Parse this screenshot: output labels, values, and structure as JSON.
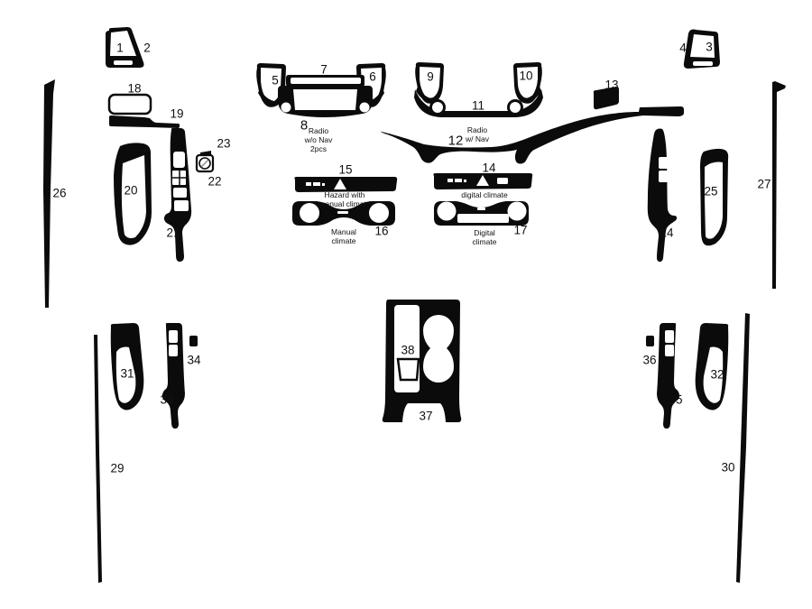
{
  "colors": {
    "ink": "#0b0b0b",
    "paper": "#ffffff",
    "hatch": "#8a8a8a"
  },
  "callouts": {
    "n1": "1",
    "n2": "2",
    "n3": "3",
    "n4": "4",
    "n5": "5",
    "n6": "6",
    "n7": "7",
    "n8": "8",
    "n9": "9",
    "n10": "10",
    "n11": "11",
    "n12": "12",
    "n13": "13",
    "n14": "14",
    "n15": "15",
    "n16": "16",
    "n17": "17",
    "n18": "18",
    "n19": "19",
    "n20": "20",
    "n21": "21",
    "n22": "22",
    "n23": "23",
    "n24": "24",
    "n25": "25",
    "n26": "26",
    "n27": "27",
    "n29": "29",
    "n30": "30",
    "n31": "31",
    "n32": "32",
    "n33": "33",
    "n34": "34",
    "n35": "35",
    "n36": "36",
    "n37": "37",
    "n38": "38"
  },
  "notes": {
    "radio_wo_nav": {
      "l1": "Radio",
      "l2": "w/o Nav",
      "l3": "2pcs"
    },
    "radio_w_nav": {
      "l1": "Radio",
      "l2": "w/ Nav"
    },
    "digital_climate_strip": "digital climate",
    "hazard": {
      "l1": "Hazard with",
      "l2": "manual climate"
    },
    "manual_climate": {
      "l1": "Manual",
      "l2": "climate"
    },
    "digital_climate": {
      "l1": "Digital",
      "l2": "climate"
    }
  }
}
